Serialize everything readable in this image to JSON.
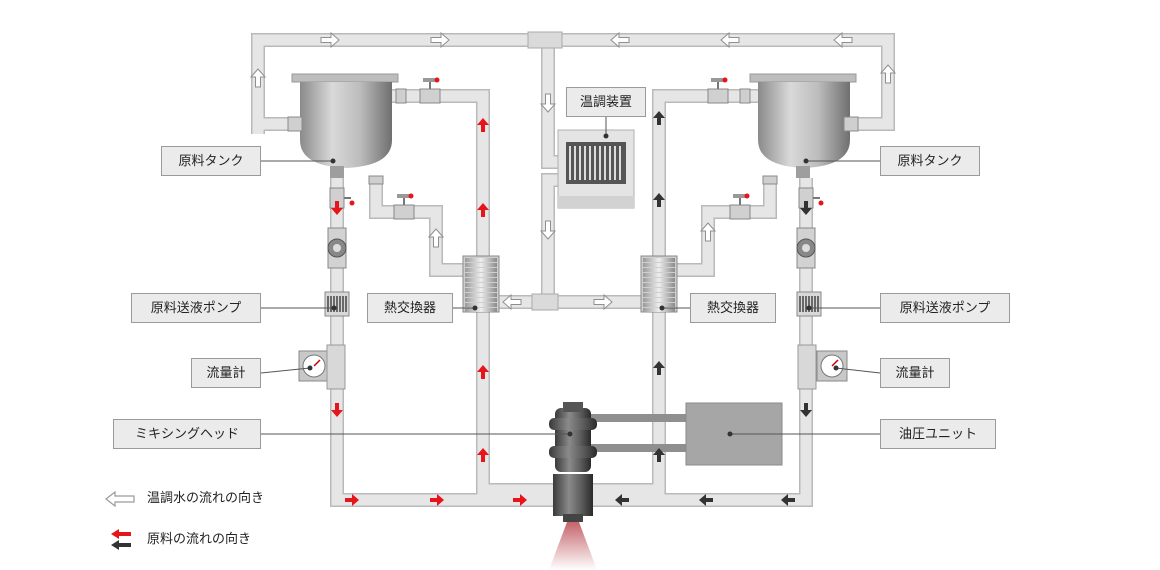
{
  "labels": {
    "temp_controller": "温調装置",
    "tank_left": "原料タンク",
    "tank_right": "原料タンク",
    "pump_left": "原料送液ポンプ",
    "pump_right": "原料送液ポンプ",
    "hx_left": "熱交換器",
    "hx_right": "熱交換器",
    "flowmeter_left": "流量計",
    "flowmeter_right": "流量計",
    "mixing_head": "ミキシングヘッド",
    "hydraulic_unit": "油圧ユニット"
  },
  "legend": {
    "water": "温調水の流れの向き",
    "material": "原料の流れの向き"
  },
  "colors": {
    "pipe": "#e6e6e6",
    "pipe_edge": "#b9b9b9",
    "arrow_material_left": "#e8141c",
    "arrow_material_right": "#333333",
    "arrow_water": "#ffffff",
    "label_bg": "#ebebeb",
    "label_border": "#9a9a9a",
    "unit_fill": "#a6a6a6"
  }
}
